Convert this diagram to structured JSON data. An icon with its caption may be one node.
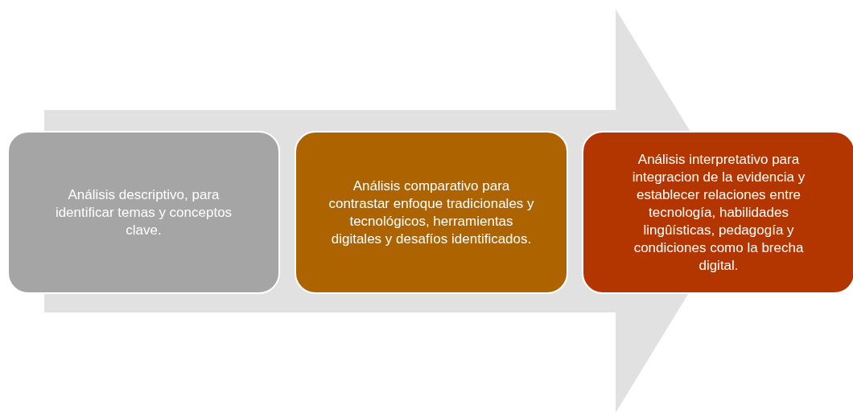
{
  "diagram": {
    "nodes": [
      {
        "text": [
          "Análisis descriptivo, para identificar temas y conceptos clave."
        ]
      },
      {
        "text": [
          "Análisis comparativo para contrastar enfoque tradicionales y tecnológicos, herramientas digitales y desafíos identificados."
        ]
      },
      {
        "text": [
          "Análisis interpretativo para integracion de la evidencia y establecer relaciones entre tecnología, habilidades lingûísticas, pedagogía y condiciones como la brecha digital."
        ]
      }
    ],
    "edges": [
      {
        "from": 0,
        "to": 2,
        "arrow": "to"
      }
    ]
  }
}
